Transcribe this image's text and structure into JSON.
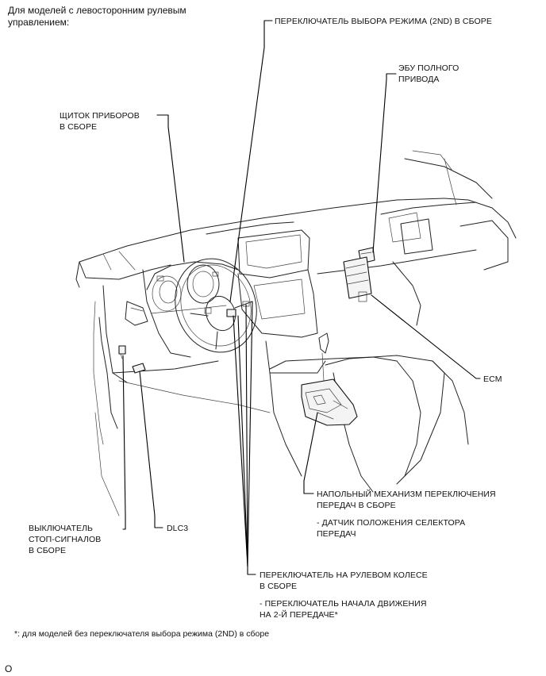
{
  "header": {
    "line1": "Для моделей с левосторонним рулевым",
    "line2": "управлением:"
  },
  "labels": {
    "mode_switch": "ПЕРЕКЛЮЧАТЕЛЬ ВЫБОРА РЕЖИМА (2ND) В СБОРЕ",
    "awd_ecu_1": "ЭБУ ПОЛНОГО",
    "awd_ecu_2": "ПРИВОДА",
    "cluster_1": "ЩИТОК ПРИБОРОВ",
    "cluster_2": "В СБОРЕ",
    "ecm": "ECM",
    "floor_shift_1": "НАПОЛЬНЫЙ МЕХАНИЗМ ПЕРЕКЛЮЧЕНИЯ",
    "floor_shift_2": "ПЕРЕДАЧ В СБОРЕ",
    "position_sensor_1": "- ДАТЧИК ПОЛОЖЕНИЯ СЕЛЕКТОРА",
    "position_sensor_2": "ПЕРЕДАЧ",
    "stop_switch_1": "ВЫКЛЮЧАТЕЛЬ",
    "stop_switch_2": "СТОП-СИГНАЛОВ",
    "stop_switch_3": "В СБОРЕ",
    "dlc3": "DLC3",
    "wheel_switch_1": "ПЕРЕКЛЮЧАТЕЛЬ НА РУЛЕВОМ КОЛЕСЕ",
    "wheel_switch_2": "В СБОРЕ",
    "second_start_1": "- ПЕРЕКЛЮЧАТЕЛЬ НАЧАЛА ДВИЖЕНИЯ",
    "second_start_2": "НА 2-Й ПЕРЕДАЧЕ*"
  },
  "footnote": "*: для моделей без переключателя выбора режима (2ND) в сборе",
  "figure_code": "O"
}
